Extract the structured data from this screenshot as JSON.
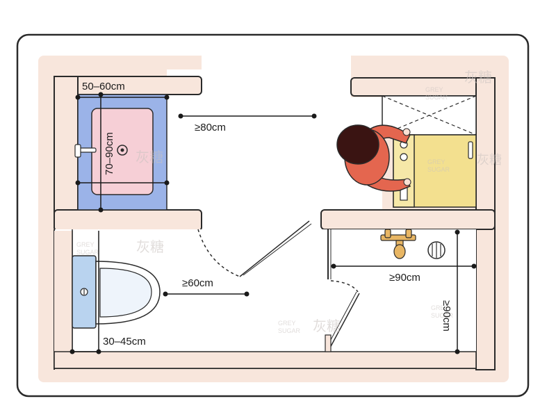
{
  "colors": {
    "frame_stroke": "#2a2a2a",
    "wall_fill": "#f8e6dc",
    "floor_fill": "#ffffff",
    "sink_cabinet": "#9bb3e8",
    "basin": "#f6cfd6",
    "toilet_tank": "#b9d3ef",
    "person_shirt": "#e4664f",
    "person_hair": "#3a1412",
    "washer": "#f3e08f",
    "faucet": "#e8b664"
  },
  "dimensions": {
    "sink_width": "50–60cm",
    "sink_depth": "70–90cm",
    "clearance_front_sink": "≥80cm",
    "clearance_front_toilet": "≥60cm",
    "toilet_side": "30–45cm",
    "shower_width": "≥90cm",
    "shower_depth": "≥90cm"
  },
  "watermarks": [
    {
      "en1": "GREY",
      "en2": "SUGAR",
      "cn": "灰糖"
    },
    {
      "en1": "GREY",
      "en2": "SUGAR",
      "cn": "灰糖"
    },
    {
      "en1": "GREY",
      "en2": "SUGAR",
      "cn": "灰糖"
    },
    {
      "en1": "GREY",
      "en2": "SUGAR",
      "cn": "灰糖"
    },
    {
      "en1": "GREY",
      "en2": "SUGAR",
      "cn": "灰糖"
    }
  ]
}
